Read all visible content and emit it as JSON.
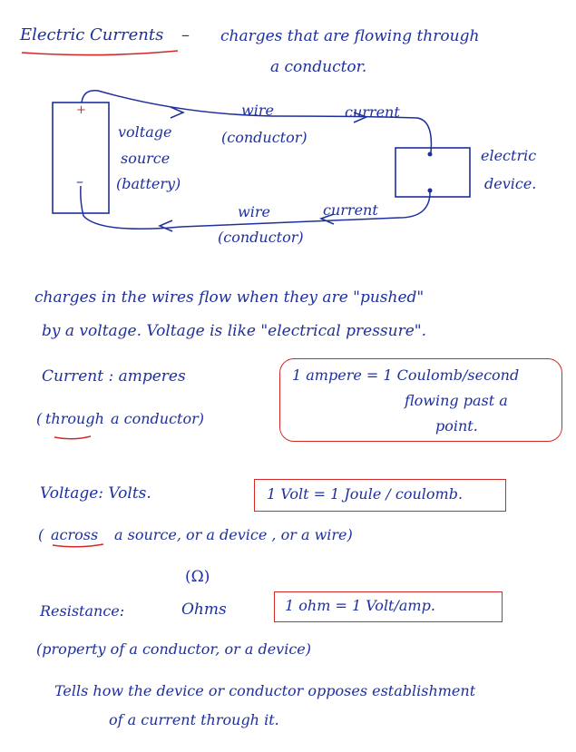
{
  "title": "Electric Currents",
  "title_dash": "–",
  "definition_line1": "charges that are flowing through",
  "definition_line2": "a conductor.",
  "diagram": {
    "plus_sign": "+",
    "minus_sign": "–",
    "source_label_1": "voltage",
    "source_label_2": "source",
    "source_label_3": "(battery)",
    "top_wire": "wire",
    "top_wire_note": "(conductor)",
    "top_current": "current",
    "device_label_1": "electric",
    "device_label_2": "device.",
    "bottom_wire": "wire",
    "bottom_wire_note": "(conductor)",
    "bottom_current": "current"
  },
  "paragraph_line1": "charges in the wires flow when they are \"pushed\"",
  "paragraph_line2": "by a voltage.   Voltage is like \"electrical pressure\".",
  "current_term": "Current :   amperes",
  "current_note_underlined": "through",
  "current_note_rest": "a conductor)",
  "current_note_open": "(",
  "current_def_1": "1 ampere  =  1 Coulomb/second",
  "current_def_2": "flowing past a",
  "current_def_3": "point.",
  "voltage_term": "Voltage:    Volts.",
  "voltage_def": "1 Volt =  1 Joule / coulomb.",
  "voltage_note_open": "(",
  "voltage_note_underlined": "across",
  "voltage_note_rest": "a source, or a device , or a wire)",
  "ohm_symbol": "(Ω)",
  "resistance_term": "Resistance:",
  "resistance_unit": "Ohms",
  "resistance_def": "1  ohm  =  1 Volt/amp.",
  "resistance_note": "(property of a conductor, or a device)",
  "tells_line1": "Tells how the device or conductor opposes establishment",
  "tells_line2": "of a current through it."
}
